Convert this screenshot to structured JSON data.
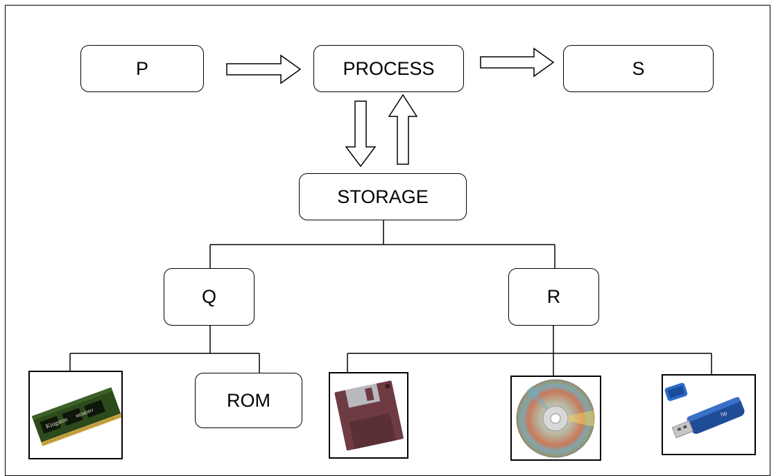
{
  "nodes": {
    "p": "P",
    "process": "PROCESS",
    "s": "S",
    "storage": "STORAGE",
    "q": "Q",
    "r": "R",
    "rom": "ROM"
  },
  "images": {
    "ram": "ram-memory-module-icon",
    "floppy": "floppy-disk-icon",
    "cd": "compact-disc-icon",
    "usb": "usb-flash-drive-icon"
  },
  "image_text": {
    "ram_label": "Kingston MEMORY"
  },
  "colors": {
    "line": "#000000",
    "box_fill": "#ffffff"
  }
}
